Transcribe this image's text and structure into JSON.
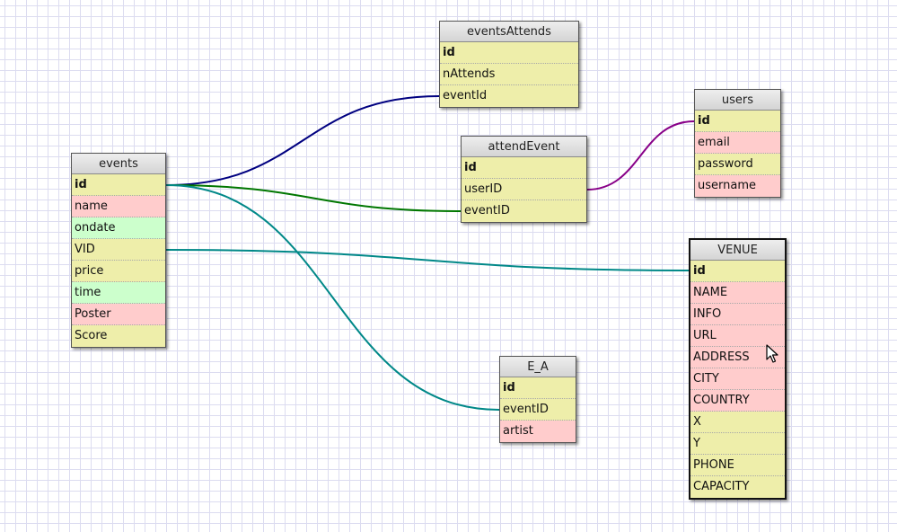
{
  "colors": {
    "grid_line": "#dcdcf0",
    "field_default": "#eeeeaa",
    "field_pink": "#ffcccc",
    "field_green": "#ccffcc",
    "relation_navy": "#000080",
    "relation_green": "#007700",
    "relation_purple": "#880088",
    "relation_teal": "#008888"
  },
  "tables": [
    {
      "key": "events",
      "title": "events",
      "selected": false,
      "fields": [
        {
          "name": "id",
          "pk": true,
          "color": "#eeeeaa"
        },
        {
          "name": "name",
          "pk": false,
          "color": "#ffcccc"
        },
        {
          "name": "ondate",
          "pk": false,
          "color": "#ccffcc"
        },
        {
          "name": "VID",
          "pk": false,
          "color": "#eeeeaa"
        },
        {
          "name": "price",
          "pk": false,
          "color": "#eeeeaa"
        },
        {
          "name": "time",
          "pk": false,
          "color": "#ccffcc"
        },
        {
          "name": "Poster",
          "pk": false,
          "color": "#ffcccc"
        },
        {
          "name": "Score",
          "pk": false,
          "color": "#eeeeaa"
        }
      ]
    },
    {
      "key": "eventsAttends",
      "title": "eventsAttends",
      "selected": false,
      "fields": [
        {
          "name": "id",
          "pk": true,
          "color": "#eeeeaa"
        },
        {
          "name": "nAttends",
          "pk": false,
          "color": "#eeeeaa"
        },
        {
          "name": "eventId",
          "pk": false,
          "color": "#eeeeaa"
        }
      ]
    },
    {
      "key": "attendEvent",
      "title": "attendEvent",
      "selected": false,
      "fields": [
        {
          "name": "id",
          "pk": true,
          "color": "#eeeeaa"
        },
        {
          "name": "userID",
          "pk": false,
          "color": "#eeeeaa"
        },
        {
          "name": "eventID",
          "pk": false,
          "color": "#eeeeaa"
        }
      ]
    },
    {
      "key": "users",
      "title": "users",
      "selected": false,
      "fields": [
        {
          "name": "id",
          "pk": true,
          "color": "#eeeeaa"
        },
        {
          "name": "email",
          "pk": false,
          "color": "#ffcccc"
        },
        {
          "name": "password",
          "pk": false,
          "color": "#eeeeaa"
        },
        {
          "name": "username",
          "pk": false,
          "color": "#ffcccc"
        }
      ]
    },
    {
      "key": "VENUE",
      "title": "VENUE",
      "selected": true,
      "fields": [
        {
          "name": "id",
          "pk": true,
          "color": "#eeeeaa"
        },
        {
          "name": "NAME",
          "pk": false,
          "color": "#ffcccc"
        },
        {
          "name": "INFO",
          "pk": false,
          "color": "#ffcccc"
        },
        {
          "name": "URL",
          "pk": false,
          "color": "#ffcccc"
        },
        {
          "name": "ADDRESS",
          "pk": false,
          "color": "#ffcccc"
        },
        {
          "name": "CITY",
          "pk": false,
          "color": "#ffcccc"
        },
        {
          "name": "COUNTRY",
          "pk": false,
          "color": "#ffcccc"
        },
        {
          "name": "X",
          "pk": false,
          "color": "#eeeeaa"
        },
        {
          "name": "Y",
          "pk": false,
          "color": "#eeeeaa"
        },
        {
          "name": "PHONE",
          "pk": false,
          "color": "#eeeeaa"
        },
        {
          "name": "CAPACITY",
          "pk": false,
          "color": "#eeeeaa"
        }
      ]
    },
    {
      "key": "E_A",
      "title": "E_A",
      "selected": false,
      "fields": [
        {
          "name": "id",
          "pk": true,
          "color": "#eeeeaa"
        },
        {
          "name": "eventID",
          "pk": false,
          "color": "#eeeeaa"
        },
        {
          "name": "artist",
          "pk": false,
          "color": "#ffcccc"
        }
      ]
    }
  ],
  "relations": [
    {
      "from": "events.id",
      "to": "eventsAttends.eventId",
      "color": "#000080"
    },
    {
      "from": "events.id",
      "to": "attendEvent.eventID",
      "color": "#007700"
    },
    {
      "from": "events.id",
      "to": "E_A.eventID",
      "color": "#008888"
    },
    {
      "from": "events.VID",
      "to": "VENUE.id",
      "color": "#008888"
    },
    {
      "from": "attendEvent.userID",
      "to": "users.id",
      "color": "#880088"
    }
  ]
}
